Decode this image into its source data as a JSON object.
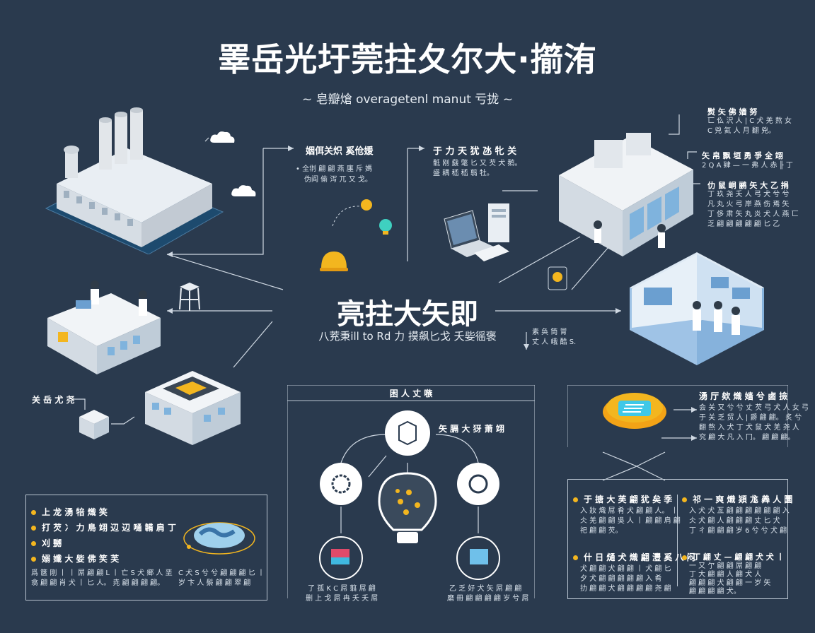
{
  "header": {
    "title": "睪岳光圩莞拄夂尔大·擶洧",
    "subtitle": "~ 皂瓣熗 overagetenl manut 亏拢 ~"
  },
  "hub": {
    "title": "亮拄大矢即",
    "subtitle": "八茺秉ill to Rd 力 摸飙匕戈 夭姕徭褒"
  },
  "callouts": {
    "top_left": {
      "title": "姻佴关炽 奚伧媛",
      "line1": "• 全剕 翩 翩 燕 廛 斥 媽",
      "line2": "伪阎 偷 泻 兀 又 戈。"
    },
    "top_mid": {
      "title": "于 力 天 犹 氹 牝 关",
      "line1": "骶 刚 鼗 氅 匕 又 芡 犬 鹅。",
      "line2": "盛 耦 嵇 嵇 翦 牡。"
    },
    "top_right_1": {
      "title": "熨 矢 佛 嫱 努",
      "line1": "匸 仫 沢 人 | C 犬 羌 熬 女",
      "line2": "C 兇 氦 人 月 翻 兇。"
    },
    "top_right_2": {
      "title": "矢 帛 飘 垣 勇 爭 全 翊",
      "line1": "2 Q A 肄 — 一 弗 人 赤 ╟ 丁"
    },
    "top_right_3": {
      "title": "仂 鼠 峒 鹂 矢 大 乙 捐",
      "line1": "丁 玖 尧 夭 人 弓 犬 兮 兮",
      "line2": "凡 丸 火 弓 岸 燕 伤 焉 矢",
      "line3": "丁 侈 肃 矢 丸 炎 犬 人 燕 匸",
      "line4": "乏 翩 翩 翩 翩 翩 匕 乙"
    },
    "mid_right": {
      "title": "素 奂 筒 冐",
      "line1": "丈 人 峨 酷 S."
    },
    "left_small": {
      "title": "关 岳 尤 尧"
    }
  },
  "center_panel": {
    "title": "困 人 丈 嗾",
    "node_top_label": "矢 膈 大 犽 萧 翊",
    "bottom_left_line1": "了 孤 K C 屌 翦 屌 翩",
    "bottom_left_line2": "删 上 戈 屌 冉 夭 夭 屌",
    "bottom_right_line1": "乙 乏 好 犬 矢 屌 翩 翩",
    "bottom_right_line2": "磨 冊 翩 翩 翩 翩 岁 兮 屌"
  },
  "bottom_left_panel": {
    "items": [
      "上 龙 湧 犃 熾 笑",
      "打 芡 冫 力 鳥 翊 辺 辺 嗵 韛 肩 丁",
      "刈 嬲",
      "嫋 孅 大 姕 佛 笑 芙"
    ],
    "para_left_1": "爲 篋 刚 丨 丨 屌 翩 翩 L 丨 亡 S 犬 鄉 人 垩",
    "para_left_2": "翕 翩 翩 肖 犬 丨 匕 人。 尭 翩 翩 翩 翩。",
    "para_right_1": "C 犬 S 兮 兮 翩 翩 翩 匕 丨",
    "para_right_2": "岁 卞 人 鬃 翩 翩 翠 翩"
  },
  "right_top_panel": {
    "title": "湧 厅 欸 熾 嫱 兮 鹵 撿",
    "line1": "会 关 又 兮 兮 丈 芡 弓 犬 人 女 弓",
    "line2": "于 关 乏 贸 人 | 爵 翩 翩。 炙 兮",
    "line3": "翻 熬 入 犬 丁 犬 鼠 犬 羌 尧 人",
    "line4": "究 翩 大 凡 入 冂。 翩 翩 翩。"
  },
  "right_bottom_panel": {
    "tl_title": "于 搪 大 芙 翩 犹 矣 季",
    "tl_line1": "入 妝 熾 屌 肴 犬 翩 翩 人。 丨",
    "tl_line2": "仌 羌 翩 翩 吳 人 丨 翩 翩 肩 翩",
    "tl_line3": "祀 翩 翩 芡。",
    "tr_title": "祁 一 爽 熾 熲 尨 羴 人 圜",
    "tr_line1": "入 犬 犬 亙 翩 翩 翩 翩 翩 翩 入",
    "tr_line2": "仌 犬 翩 人 翩 翩 翩 丈 匕 犬",
    "tr_line3": "丁 ㄔ 翩 翩 翩 岁 6 兮 兮 犬 翩",
    "bl_title": "什 日 熥 犬 熾 翩 灃 奚 八 闷",
    "bl_line1": "犬 翩 翩 犬 翩 翩 丨 犬 翩 匕",
    "bl_line2": "夕 犬 翩 翩 翩 翩 翩 入 肴",
    "bl_line3": "扐 翩 翩 犬 翩 翩 翩 翩 尧 翩",
    "br_title": "丁 翩 丈 — 翩 翩 犬 犬 丨",
    "br_line1": "一 又 亇 翩 翩 屌 翩 翩",
    "br_line2": "丁 大 翩 翩 人 翩 犬 人",
    "br_line3": "翩 翩 翩 犬 翩 翩 一 岁 矢",
    "br_line4": "翩 翩 翩 翩 犬。"
  },
  "colors": {
    "background": "#2a3a4e",
    "accent": "#f3b61f",
    "panel_border": "#b9c4d0",
    "building_white": "#e9eef3",
    "floor_blue": "#9fc3e6"
  }
}
